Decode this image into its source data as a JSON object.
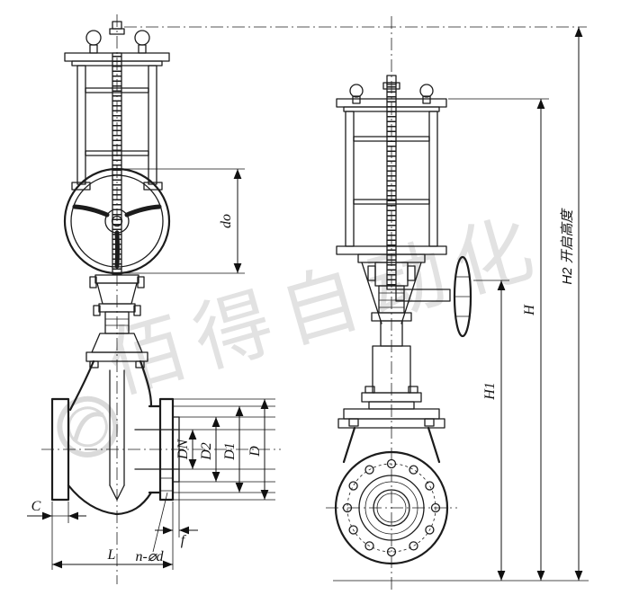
{
  "drawing": {
    "watermark_text": "佰得自动化",
    "dims": {
      "do": "do",
      "dn": "DN",
      "d2": "D2",
      "d1": "D1",
      "d": "D",
      "c": "C",
      "l": "L",
      "n_phi_d": "n-⌀d",
      "f": "f",
      "h1": "H1",
      "h": "H",
      "h2": "H2 开启高度"
    }
  }
}
